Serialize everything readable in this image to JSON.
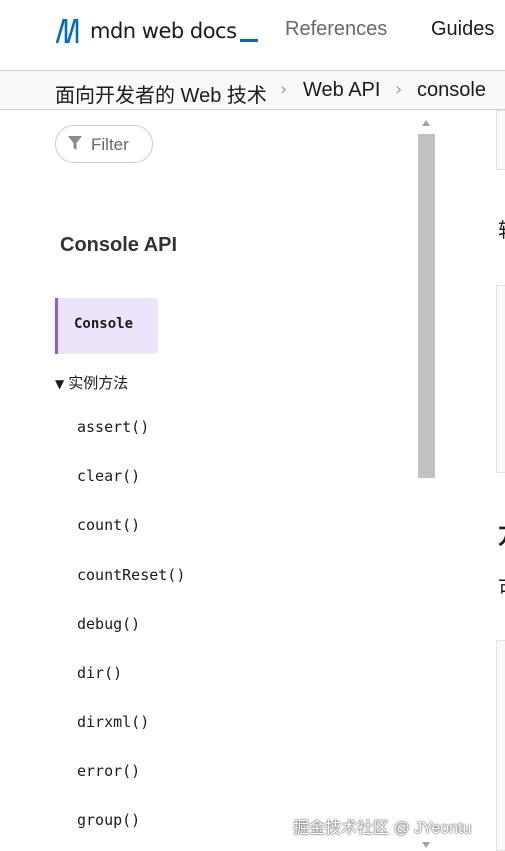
{
  "header": {
    "logo_text": "mdn web docs",
    "nav": [
      {
        "label": "References"
      },
      {
        "label": "Guides"
      }
    ]
  },
  "breadcrumb": {
    "items": [
      {
        "label": "面向开发者的 Web 技术"
      },
      {
        "label": "Web API"
      },
      {
        "label": "console"
      }
    ],
    "separator": "›"
  },
  "sidebar": {
    "filter_placeholder": "Filter",
    "section_title": "Console API",
    "active_item": "Console",
    "group_label": "实例方法",
    "group_caret": "▼",
    "methods": [
      "assert()",
      "clear()",
      "count()",
      "countReset()",
      "debug()",
      "dir()",
      "dirxml()",
      "error()",
      "group()"
    ]
  },
  "main": {
    "glyphs": [
      "转",
      "方",
      "可"
    ]
  },
  "watermark": "掘金技术社区 @ JYeontu",
  "colors": {
    "accent": "#0069c2",
    "active_bg": "#ece4fb",
    "active_border": "#8c5fd5",
    "breadcrumb_bg": "#f9f9fb"
  }
}
